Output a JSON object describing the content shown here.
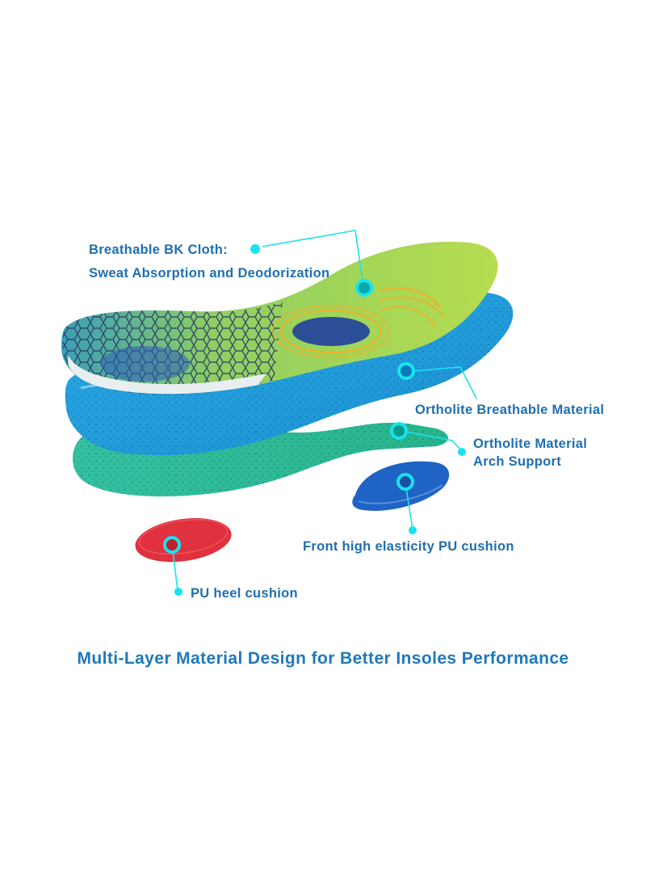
{
  "labels": {
    "top_cloth_line1": "Breathable BK Cloth:",
    "top_cloth_line2": "Sweat Absorption and Deodorization",
    "ortholite_breathable": "Ortholite Breathable Material",
    "ortholite_arch_line1": "Ortholite Material",
    "ortholite_arch_line2": "Arch Support",
    "front_pu_cushion": "Front high elasticity PU cushion",
    "heel_pu_cushion": "PU heel cushion"
  },
  "caption": "Multi-Layer Material Design for Better Insoles Performance",
  "colors": {
    "label_text": "#1f6fae",
    "callout": "#19e3ee",
    "top_layer_green": "#a9d44c",
    "middle_layer_blue": "#1e9fe0",
    "bottom_layer_teal": "#2fbf95",
    "heel_cushion_red": "#e0313f",
    "front_cushion_blue": "#1f63c4"
  }
}
